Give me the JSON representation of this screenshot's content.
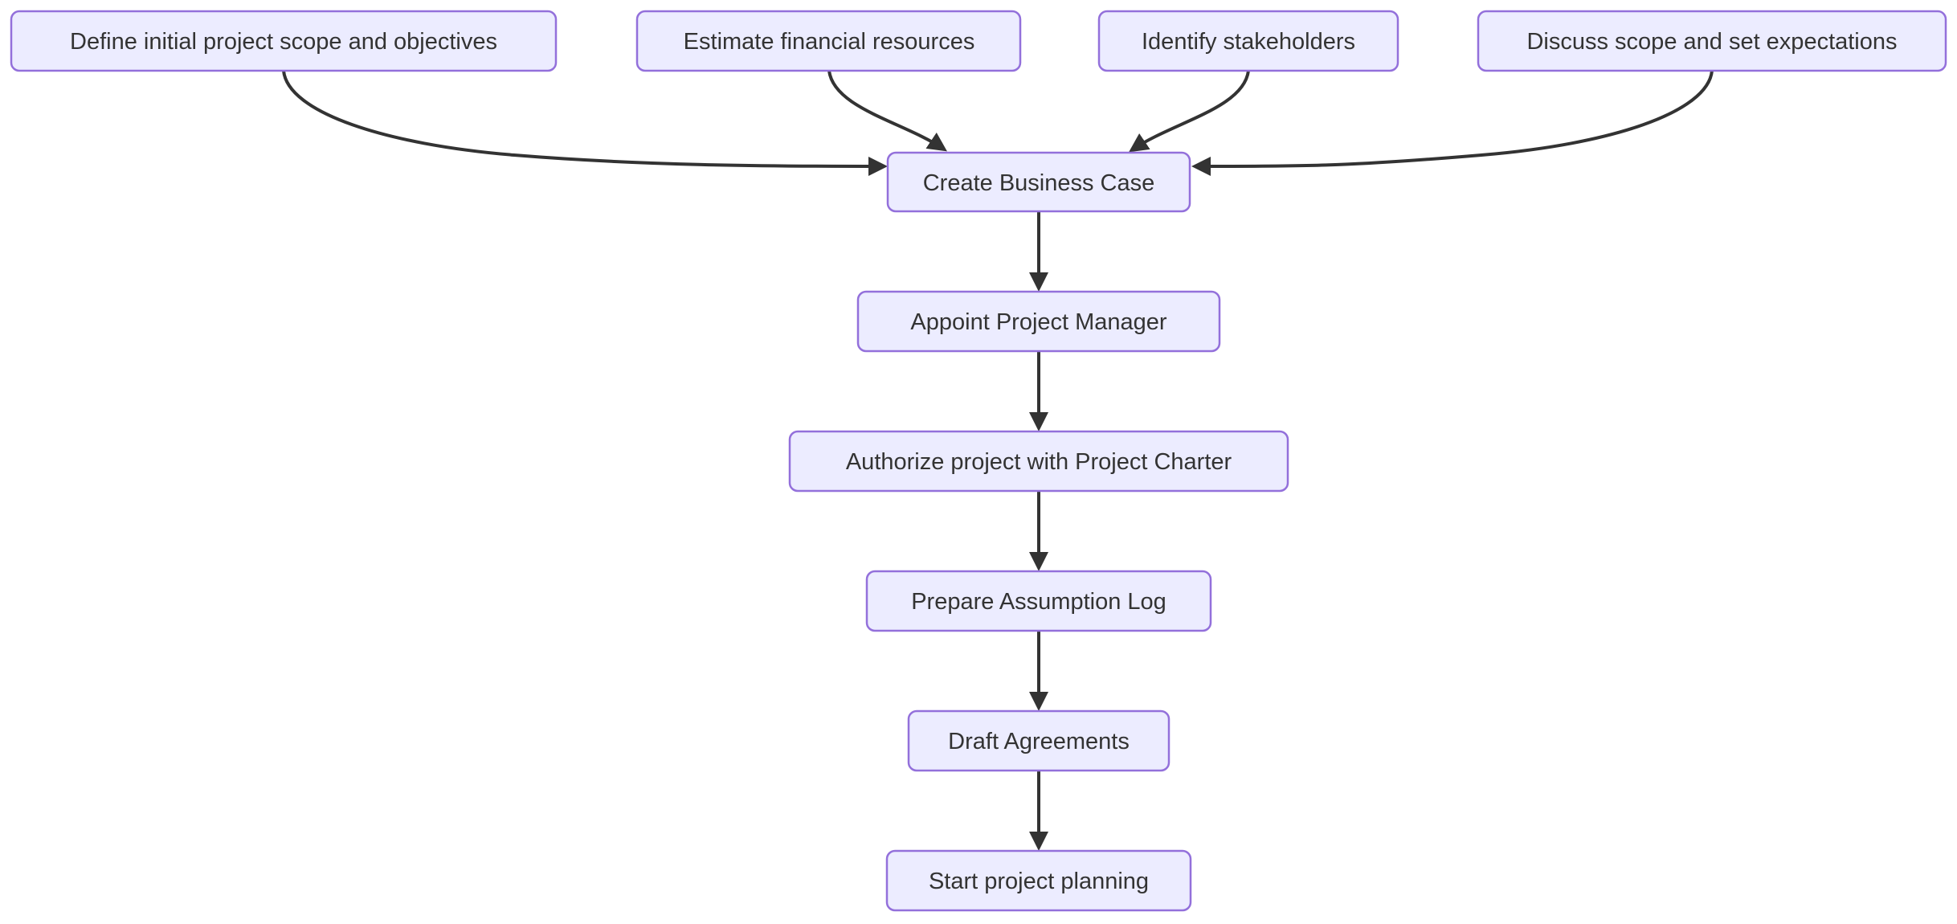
{
  "diagram": {
    "type": "flowchart",
    "direction": "top-down",
    "colors": {
      "node_fill": "#ECECFF",
      "node_border": "#9370DB",
      "edge": "#333333",
      "text": "#333333",
      "background": "#FFFFFF"
    },
    "nodes": [
      {
        "id": "define_scope",
        "label": "Define initial project scope and objectives"
      },
      {
        "id": "estimate_financial",
        "label": "Estimate financial resources"
      },
      {
        "id": "identify_stakeholders",
        "label": "Identify stakeholders"
      },
      {
        "id": "discuss_scope",
        "label": "Discuss scope and set expectations"
      },
      {
        "id": "create_business_case",
        "label": "Create Business Case"
      },
      {
        "id": "appoint_pm",
        "label": "Appoint Project Manager"
      },
      {
        "id": "authorize_charter",
        "label": "Authorize project with Project Charter"
      },
      {
        "id": "prepare_assumption_log",
        "label": "Prepare Assumption Log"
      },
      {
        "id": "draft_agreements",
        "label": "Draft Agreements"
      },
      {
        "id": "start_planning",
        "label": "Start project planning"
      }
    ],
    "edges": [
      {
        "from": "define_scope",
        "to": "create_business_case"
      },
      {
        "from": "estimate_financial",
        "to": "create_business_case"
      },
      {
        "from": "identify_stakeholders",
        "to": "create_business_case"
      },
      {
        "from": "discuss_scope",
        "to": "create_business_case"
      },
      {
        "from": "create_business_case",
        "to": "appoint_pm"
      },
      {
        "from": "appoint_pm",
        "to": "authorize_charter"
      },
      {
        "from": "authorize_charter",
        "to": "prepare_assumption_log"
      },
      {
        "from": "prepare_assumption_log",
        "to": "draft_agreements"
      },
      {
        "from": "draft_agreements",
        "to": "start_planning"
      }
    ]
  }
}
